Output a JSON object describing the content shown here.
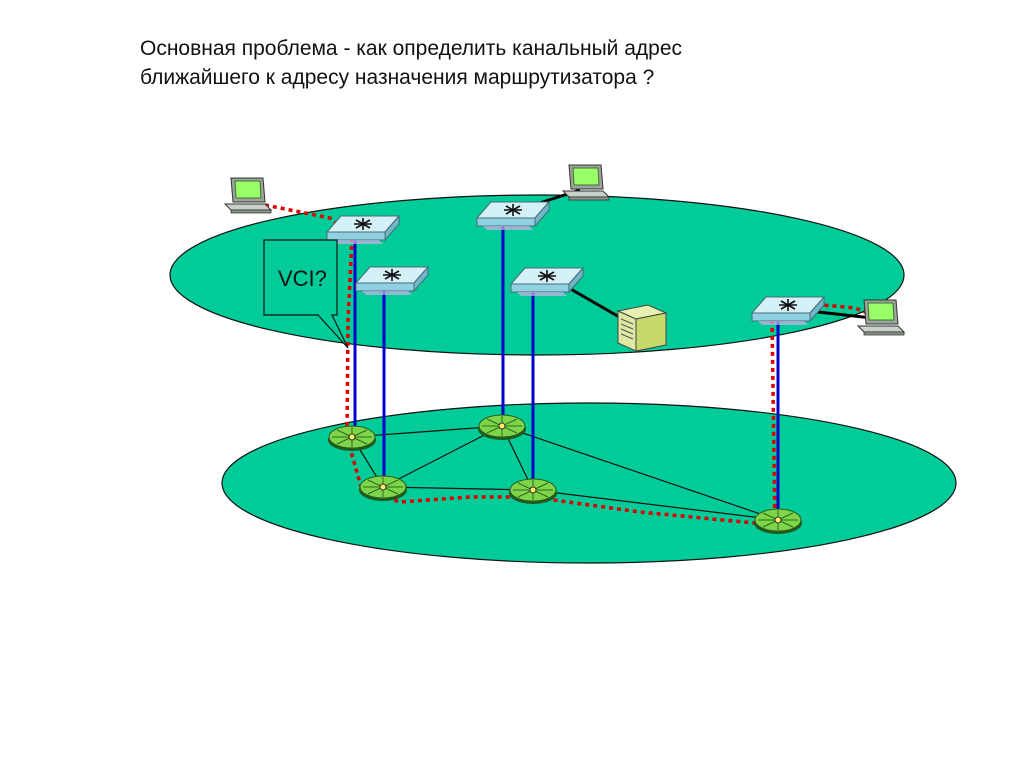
{
  "title": {
    "line1": "Основная проблема - как определить канальный адрес",
    "line2": "ближайшего к адресу назначения маршрутизатора ?"
  },
  "callout": {
    "text": "VCI?"
  },
  "colors": {
    "plane_fill": "#00cc99",
    "vertical_link": "#0000cc",
    "route_path": "#dd0000",
    "host_link": "#000000",
    "router_body": "#a6e1f0",
    "switch_green": "#66cc33",
    "monitor_screen": "#99ff66"
  },
  "icons": {
    "router": "router-icon",
    "atm_switch": "atm-switch-icon",
    "workstation": "workstation-icon",
    "server": "server-icon"
  }
}
